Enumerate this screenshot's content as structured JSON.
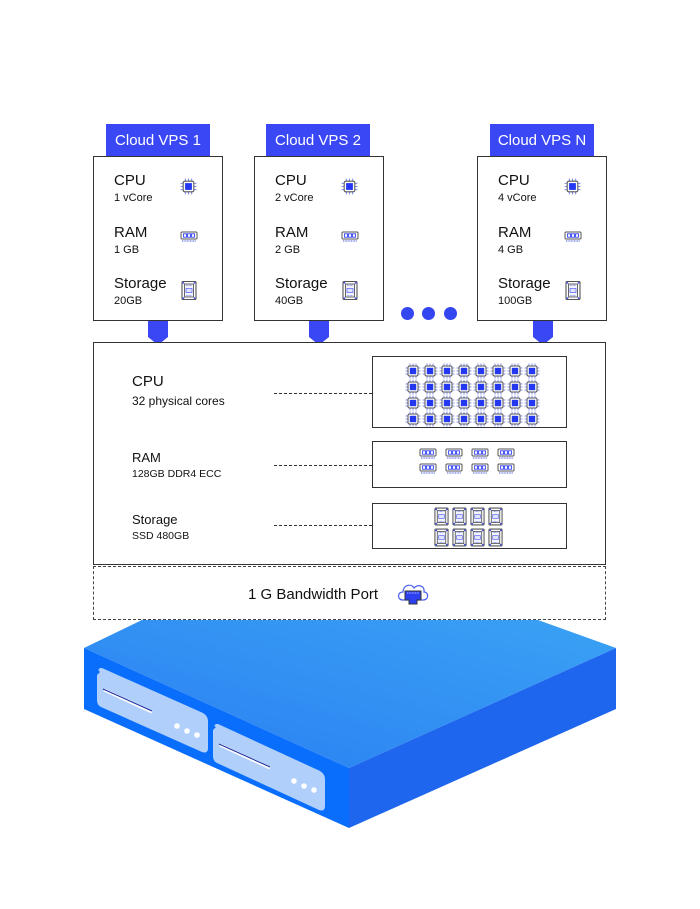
{
  "colors": {
    "accent": "#3a47f5",
    "server_front": "#0a6efc",
    "server_top_start": "#2a7ef2",
    "server_top_end": "#3aa2f4",
    "server_side": "#1e66ee",
    "server_panel": "#b0d0fb"
  },
  "vps_instances": [
    {
      "title": "Cloud VPS 1",
      "cpu_label": "CPU",
      "cpu_value": "1 vCore",
      "ram_label": "RAM",
      "ram_value": "1 GB",
      "storage_label": "Storage",
      "storage_value": "20GB"
    },
    {
      "title": "Cloud VPS 2",
      "cpu_label": "CPU",
      "cpu_value": "2 vCore",
      "ram_label": "RAM",
      "ram_value": "2 GB",
      "storage_label": "Storage",
      "storage_value": "40GB"
    },
    {
      "title": "Cloud VPS N",
      "cpu_label": "CPU",
      "cpu_value": "4 vCore",
      "ram_label": "RAM",
      "ram_value": "4 GB",
      "storage_label": "Storage",
      "storage_value": "100GB"
    }
  ],
  "ellipsis": "more-instances-dots",
  "host": {
    "cpu_label": "CPU",
    "cpu_value": "32 physical cores",
    "cpu_chip_count": 32,
    "ram_label": "RAM",
    "ram_value": "128GB DDR4 ECC",
    "ram_module_count": 8,
    "storage_label": "Storage",
    "storage_value": "SSD 480GB",
    "ssd_count": 8
  },
  "network": {
    "label": "1 G Bandwidth Port",
    "icon": "cloud-ethernet-icon"
  },
  "server": {
    "icon": "physical-server-icon",
    "drive_bays": 2
  }
}
